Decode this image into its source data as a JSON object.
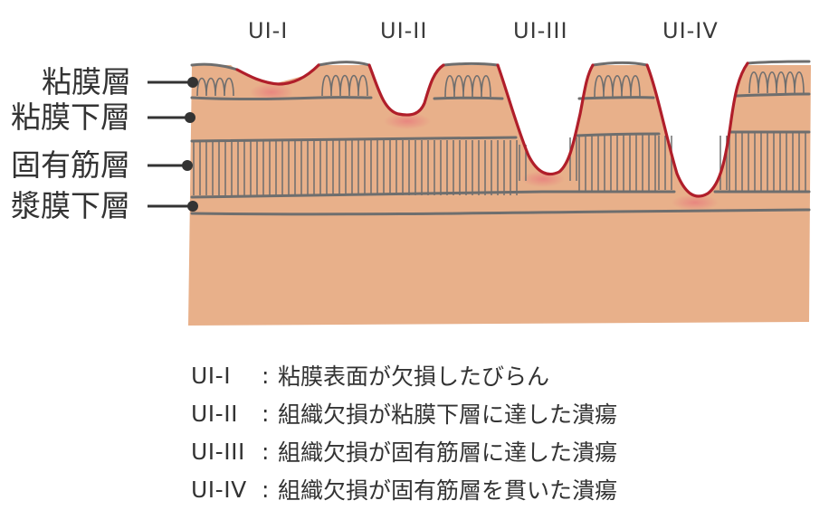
{
  "layers": [
    {
      "id": "mucosa",
      "label": "粘膜層"
    },
    {
      "id": "submucosa",
      "label": "粘膜下層"
    },
    {
      "id": "muscularis",
      "label": "固有筋層"
    },
    {
      "id": "subserosa",
      "label": "漿膜下層"
    }
  ],
  "stages": [
    {
      "code": "UI-I"
    },
    {
      "code": "UI-II"
    },
    {
      "code": "UI-III"
    },
    {
      "code": "UI-IV"
    }
  ],
  "legend": [
    {
      "code": "UI-I",
      "sep": ":",
      "desc": "粘膜表面が欠損したびらん"
    },
    {
      "code": "UI-II",
      "sep": ":",
      "desc": "組織欠損が粘膜下層に達した潰瘍"
    },
    {
      "code": "UI-III",
      "sep": ":",
      "desc": "組織欠損が固有筋層に達した潰瘍"
    },
    {
      "code": "UI-IV",
      "sep": ":",
      "desc": "組織欠損が固有筋層を貫いた潰瘍"
    }
  ],
  "colors": {
    "tissue": "#e8b08a",
    "line": "#6e6e6e",
    "ulcer": "#b01e2a",
    "text": "#333333"
  }
}
